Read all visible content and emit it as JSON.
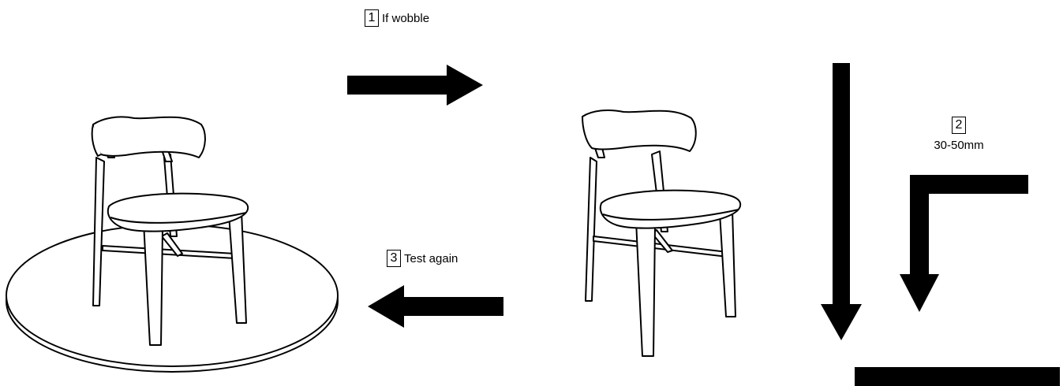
{
  "steps": [
    {
      "number": "1",
      "text": "If wobble"
    },
    {
      "number": "2",
      "text": "30-50mm"
    },
    {
      "number": "3",
      "text": "Test again"
    }
  ],
  "colors": {
    "ink": "#000000",
    "paper": "#ffffff"
  },
  "icons": [
    "arrow-right-icon",
    "arrow-left-icon",
    "arrow-down-icon",
    "l-arrow-icon"
  ]
}
